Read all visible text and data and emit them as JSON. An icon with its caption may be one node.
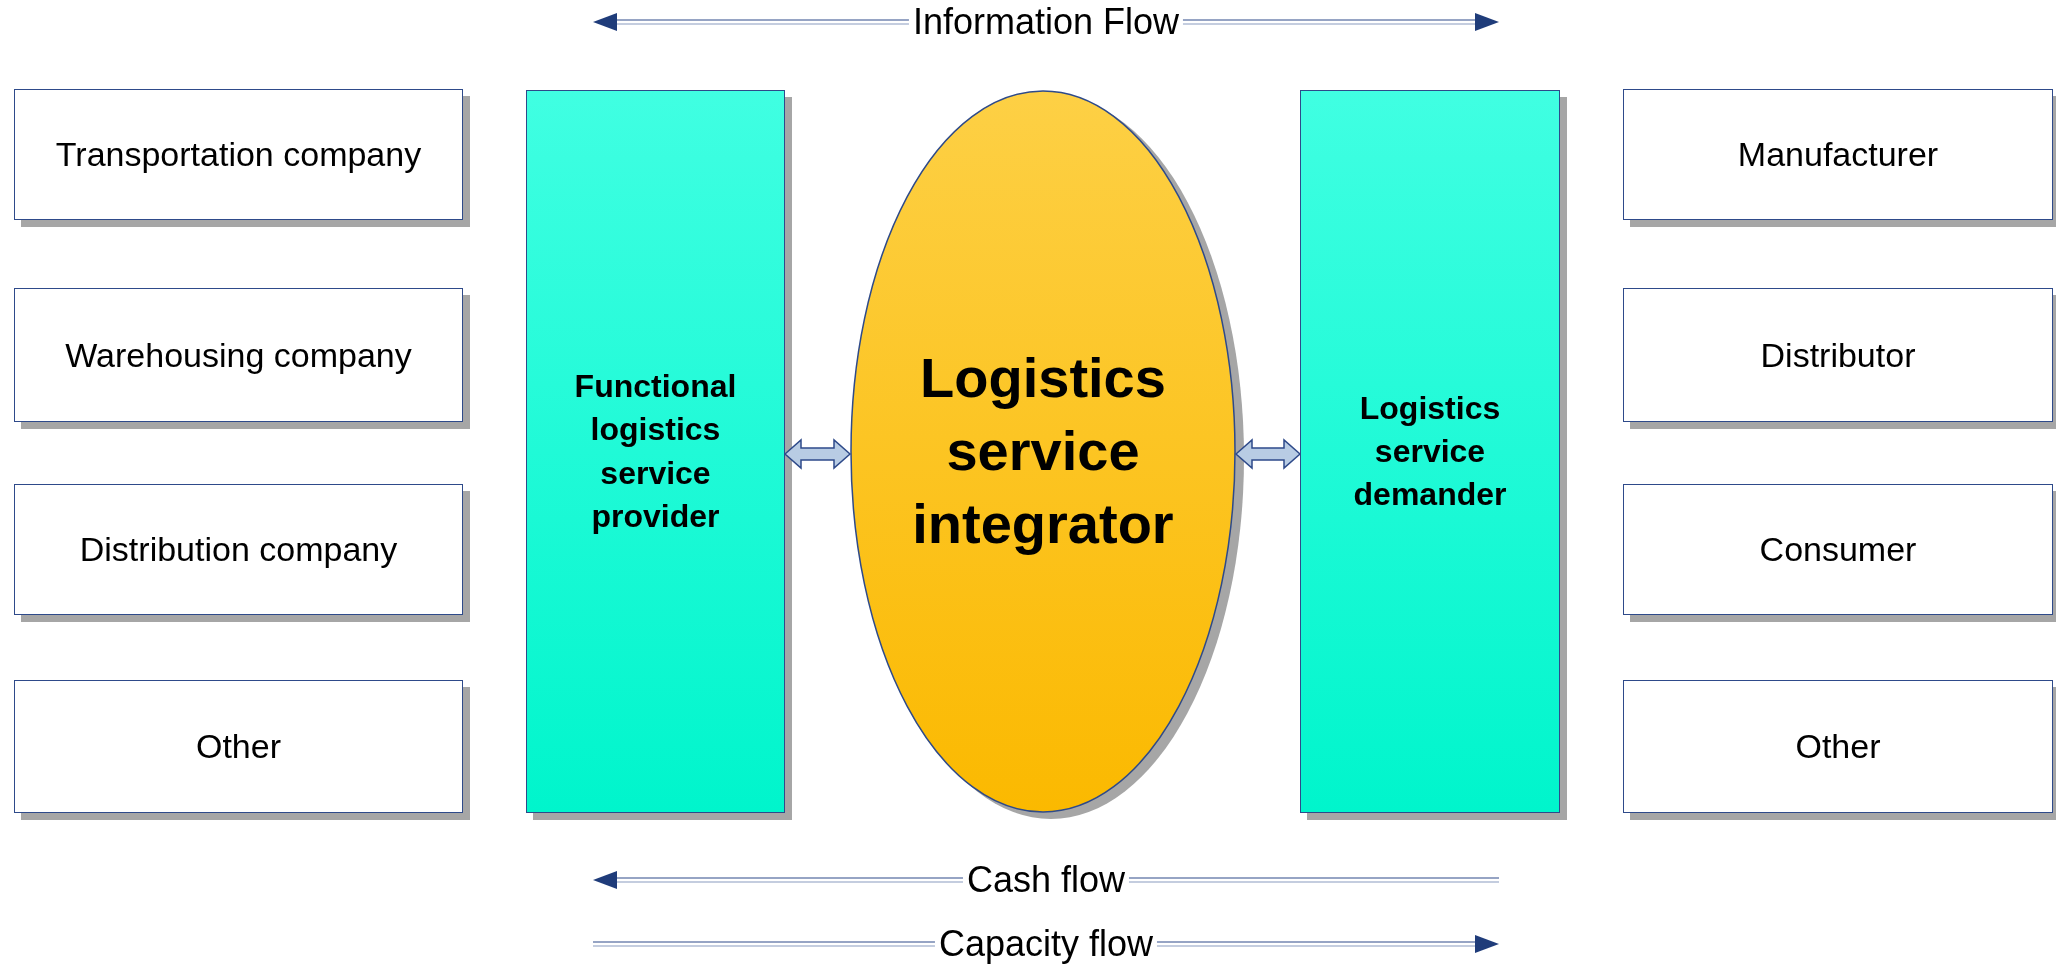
{
  "diagram": {
    "nodes": [
      {
        "text": [
          "Transportation company"
        ]
      },
      {
        "text": [
          "Warehousing company"
        ]
      },
      {
        "text": [
          "Distribution company"
        ]
      },
      {
        "text": [
          "Other"
        ]
      },
      {
        "text": [
          "Functional logistics service provider"
        ]
      },
      {
        "text": [
          "Logistics service integrator"
        ]
      },
      {
        "text": [
          "Logistics service demander"
        ]
      },
      {
        "text": [
          "Manufacturer"
        ]
      },
      {
        "text": [
          "Distributor"
        ]
      },
      {
        "text": [
          "Consumer"
        ]
      },
      {
        "text": [
          "Other"
        ]
      }
    ],
    "edges": [
      {
        "from": 4,
        "to": 5,
        "arrow": "both"
      },
      {
        "from": 5,
        "to": 6,
        "arrow": "both"
      }
    ],
    "labels": [
      "Information Flow",
      "Cash flow",
      "Capacity flow"
    ]
  }
}
